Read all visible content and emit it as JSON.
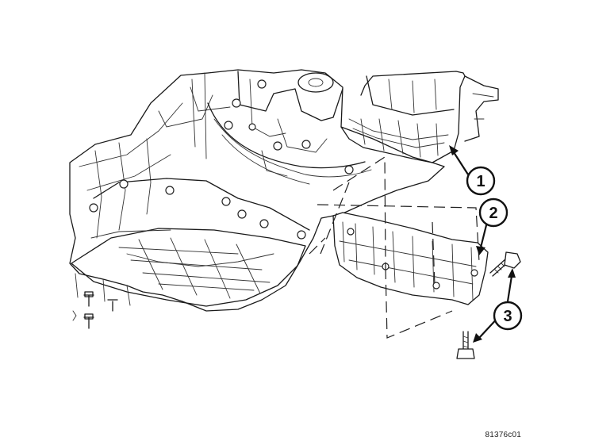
{
  "callouts": [
    {
      "id": "callout-1",
      "label": "1"
    },
    {
      "id": "callout-2",
      "label": "2"
    },
    {
      "id": "callout-3",
      "label": "3"
    }
  ],
  "figure_id": "81376c01"
}
